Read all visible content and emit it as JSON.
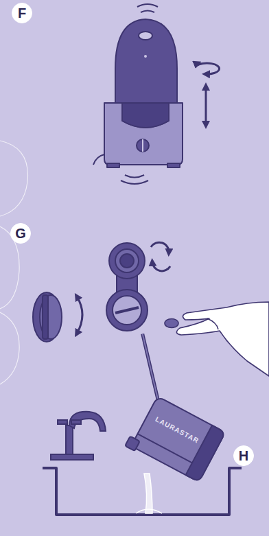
{
  "diagram": {
    "nodes": [
      {
        "text": [
          "F"
        ]
      },
      {
        "text": [
          "G"
        ]
      },
      {
        "text": [
          "H"
        ]
      }
    ],
    "labels": [
      "LAURASTAR"
    ]
  }
}
